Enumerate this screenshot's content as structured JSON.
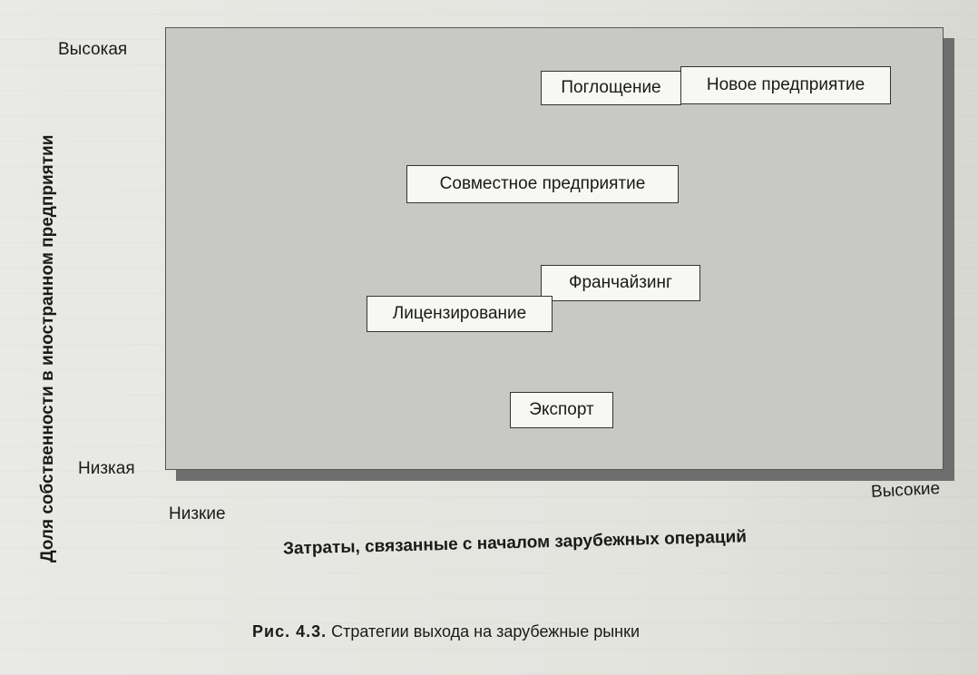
{
  "diagram": {
    "y_axis_title": "Доля собственности в иностранном предприятии",
    "y_high_label": "Высокая",
    "y_low_label": "Низкая",
    "x_axis_title": "Затраты, связанные с началом зарубежных операций",
    "x_low_label": "Низкие",
    "x_high_label": "Высокие",
    "strategies": {
      "acquisition": "Поглощение",
      "new_venture": "Новое предприятие",
      "joint_venture": "Совместное предприятие",
      "franchising": "Франчайзинг",
      "licensing": "Лицензирование",
      "export": "Экспорт"
    }
  },
  "caption": {
    "number": "Рис. 4.3.",
    "text": "Стратегии выхода на зарубежные рынки"
  }
}
